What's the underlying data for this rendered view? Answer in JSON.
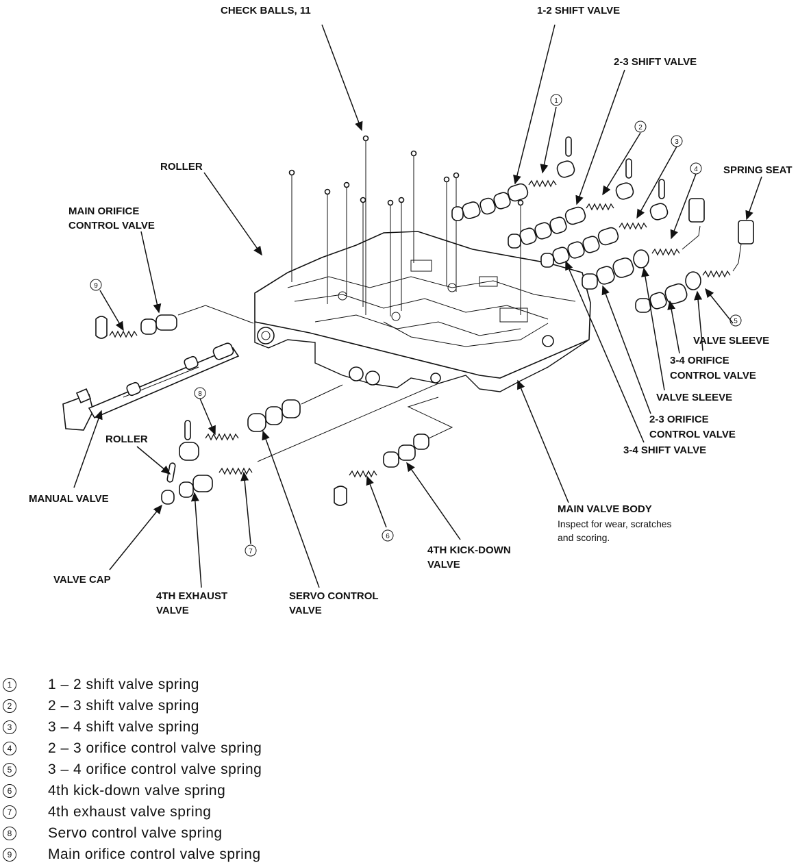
{
  "labels": {
    "check_balls": "CHECK BALLS, 11",
    "shift_12": "1-2 SHIFT VALVE",
    "shift_23": "2-3 SHIFT VALVE",
    "roller_top": "ROLLER",
    "spring_seat": "SPRING SEAT",
    "main_orifice_1": "MAIN ORIFICE",
    "main_orifice_2": "CONTROL VALVE",
    "valve_sleeve_right": "VALVE SLEEVE",
    "orifice_34_1": "3-4 ORIFICE",
    "orifice_34_2": "CONTROL VALVE",
    "valve_sleeve_mid": "VALVE SLEEVE",
    "orifice_23_1": "2-3 ORIFICE",
    "orifice_23_2": "CONTROL VALVE",
    "shift_34": "3-4 SHIFT VALVE",
    "roller_low": "ROLLER",
    "manual_valve": "MANUAL VALVE",
    "main_body": "MAIN VALVE BODY",
    "main_body_note_1": "Inspect for wear, scratches",
    "main_body_note_2": "and scoring.",
    "kickdown_1": "4TH KICK-DOWN",
    "kickdown_2": "VALVE",
    "valve_cap": "VALVE CAP",
    "exhaust_1": "4TH EXHAUST",
    "exhaust_2": "VALVE",
    "servo_1": "SERVO CONTROL",
    "servo_2": "VALVE"
  },
  "callouts": {
    "c1": "1",
    "c2": "2",
    "c3": "3",
    "c4": "4",
    "c5": "5",
    "c6": "6",
    "c7": "7",
    "c8": "8",
    "c9": "9"
  },
  "legend": [
    {
      "num": "1",
      "text": "1 – 2 shift valve spring"
    },
    {
      "num": "2",
      "text": "2 – 3 shift valve spring"
    },
    {
      "num": "3",
      "text": "3 – 4 shift valve spring"
    },
    {
      "num": "4",
      "text": "2 – 3 orifice control valve spring"
    },
    {
      "num": "5",
      "text": "3 – 4 orifice control valve spring"
    },
    {
      "num": "6",
      "text": "4th kick-down valve spring"
    },
    {
      "num": "7",
      "text": "4th exhaust valve spring"
    },
    {
      "num": "8",
      "text": "Servo control valve spring"
    },
    {
      "num": "9",
      "text": "Main orifice control valve spring"
    }
  ]
}
